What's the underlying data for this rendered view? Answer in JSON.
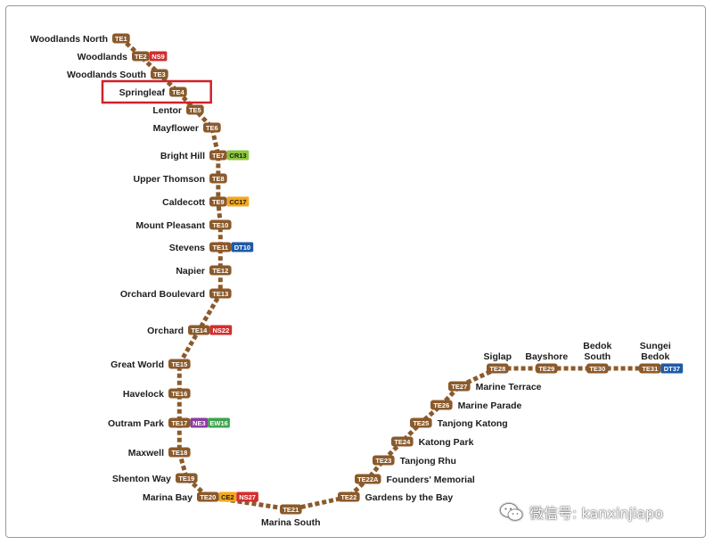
{
  "map": {
    "line_color": "#8b5a2b",
    "highlight_color": "#d0212a",
    "highlighted_station": "Springleaf"
  },
  "stations": [
    {
      "id": "te1",
      "name": "Woodlands North",
      "codes": [
        {
          "code": "TE1",
          "color": "#8b5a2b"
        }
      ]
    },
    {
      "id": "te2",
      "name": "Woodlands",
      "codes": [
        {
          "code": "TE2",
          "color": "#8b5a2b"
        },
        {
          "code": "NS9",
          "color": "#d42e2e"
        }
      ]
    },
    {
      "id": "te3",
      "name": "Woodlands South",
      "codes": [
        {
          "code": "TE3",
          "color": "#8b5a2b"
        }
      ]
    },
    {
      "id": "te4",
      "name": "Springleaf",
      "codes": [
        {
          "code": "TE4",
          "color": "#8b5a2b"
        }
      ]
    },
    {
      "id": "te5",
      "name": "Lentor",
      "codes": [
        {
          "code": "TE5",
          "color": "#8b5a2b"
        }
      ]
    },
    {
      "id": "te6",
      "name": "Mayflower",
      "codes": [
        {
          "code": "TE6",
          "color": "#8b5a2b"
        }
      ]
    },
    {
      "id": "te7",
      "name": "Bright Hill",
      "codes": [
        {
          "code": "TE7",
          "color": "#8b5a2b"
        },
        {
          "code": "CR13",
          "color": "#8cc63f"
        }
      ]
    },
    {
      "id": "te8",
      "name": "Upper Thomson",
      "codes": [
        {
          "code": "TE8",
          "color": "#8b5a2b"
        }
      ]
    },
    {
      "id": "te9",
      "name": "Caldecott",
      "codes": [
        {
          "code": "TE9",
          "color": "#8b5a2b"
        },
        {
          "code": "CC17",
          "color": "#f4a81d"
        }
      ]
    },
    {
      "id": "te10",
      "name": "Mount Pleasant",
      "codes": [
        {
          "code": "TE10",
          "color": "#8b5a2b"
        }
      ]
    },
    {
      "id": "te11",
      "name": "Stevens",
      "codes": [
        {
          "code": "TE11",
          "color": "#8b5a2b"
        },
        {
          "code": "DT10",
          "color": "#1f5aa6"
        }
      ]
    },
    {
      "id": "te12",
      "name": "Napier",
      "codes": [
        {
          "code": "TE12",
          "color": "#8b5a2b"
        }
      ]
    },
    {
      "id": "te13",
      "name": "Orchard Boulevard",
      "codes": [
        {
          "code": "TE13",
          "color": "#8b5a2b"
        }
      ]
    },
    {
      "id": "te14",
      "name": "Orchard",
      "codes": [
        {
          "code": "TE14",
          "color": "#8b5a2b"
        },
        {
          "code": "NS22",
          "color": "#d42e2e"
        }
      ]
    },
    {
      "id": "te15",
      "name": "Great World",
      "codes": [
        {
          "code": "TE15",
          "color": "#8b5a2b"
        }
      ]
    },
    {
      "id": "te16",
      "name": "Havelock",
      "codes": [
        {
          "code": "TE16",
          "color": "#8b5a2b"
        }
      ]
    },
    {
      "id": "te17",
      "name": "Outram Park",
      "codes": [
        {
          "code": "TE17",
          "color": "#8b5a2b"
        },
        {
          "code": "NE3",
          "color": "#8a3ea0"
        },
        {
          "code": "EW16",
          "color": "#3fa34d"
        }
      ]
    },
    {
      "id": "te18",
      "name": "Maxwell",
      "codes": [
        {
          "code": "TE18",
          "color": "#8b5a2b"
        }
      ]
    },
    {
      "id": "te19",
      "name": "Shenton Way",
      "codes": [
        {
          "code": "TE19",
          "color": "#8b5a2b"
        }
      ]
    },
    {
      "id": "te20",
      "name": "Marina Bay",
      "codes": [
        {
          "code": "TE20",
          "color": "#8b5a2b"
        },
        {
          "code": "CE2",
          "color": "#f4a81d"
        },
        {
          "code": "NS27",
          "color": "#d42e2e"
        }
      ]
    },
    {
      "id": "te21",
      "name": "Marina South",
      "codes": [
        {
          "code": "TE21",
          "color": "#8b5a2b"
        }
      ]
    },
    {
      "id": "te22",
      "name": "Gardens by the Bay",
      "codes": [
        {
          "code": "TE22",
          "color": "#8b5a2b"
        }
      ]
    },
    {
      "id": "te22a",
      "name": "Founders' Memorial",
      "codes": [
        {
          "code": "TE22A",
          "color": "#8b5a2b"
        }
      ]
    },
    {
      "id": "te23",
      "name": "Tanjong Rhu",
      "codes": [
        {
          "code": "TE23",
          "color": "#8b5a2b"
        }
      ]
    },
    {
      "id": "te24",
      "name": "Katong Park",
      "codes": [
        {
          "code": "TE24",
          "color": "#8b5a2b"
        }
      ]
    },
    {
      "id": "te25",
      "name": "Tanjong Katong",
      "codes": [
        {
          "code": "TE25",
          "color": "#8b5a2b"
        }
      ]
    },
    {
      "id": "te26",
      "name": "Marine Parade",
      "codes": [
        {
          "code": "TE26",
          "color": "#8b5a2b"
        }
      ]
    },
    {
      "id": "te27",
      "name": "Marine Terrace",
      "codes": [
        {
          "code": "TE27",
          "color": "#8b5a2b"
        }
      ]
    },
    {
      "id": "te28",
      "name": "Siglap",
      "codes": [
        {
          "code": "TE28",
          "color": "#8b5a2b"
        }
      ]
    },
    {
      "id": "te29",
      "name": "Bayshore",
      "codes": [
        {
          "code": "TE29",
          "color": "#8b5a2b"
        }
      ]
    },
    {
      "id": "te30",
      "name": "Bedok South",
      "codes": [
        {
          "code": "TE30",
          "color": "#8b5a2b"
        }
      ]
    },
    {
      "id": "te31",
      "name": "Sungei Bedok",
      "codes": [
        {
          "code": "TE31",
          "color": "#8b5a2b"
        },
        {
          "code": "DT37",
          "color": "#1f5aa6"
        }
      ]
    }
  ],
  "watermark": {
    "text": "微信号: kanxinjiapo",
    "icon": "wechat-icon"
  }
}
